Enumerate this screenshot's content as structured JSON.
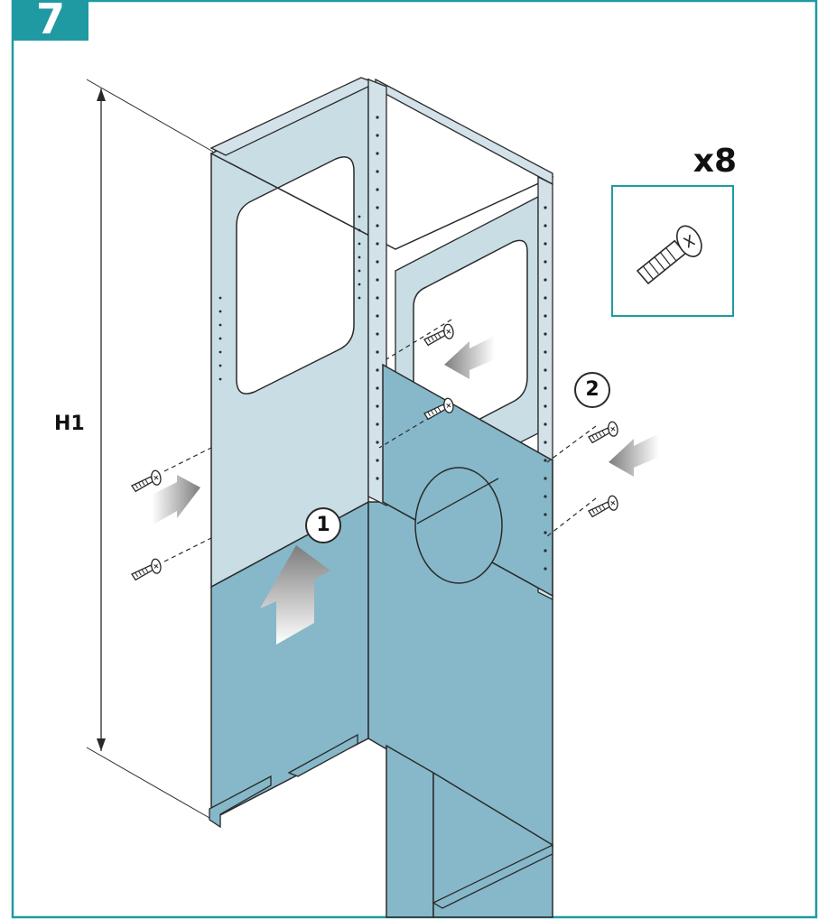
{
  "step": {
    "number": "7"
  },
  "hardware": {
    "quantity": "x8",
    "icon": "screw-icon"
  },
  "dimension": {
    "label": "H1"
  },
  "callouts": [
    {
      "number": "1"
    },
    {
      "number": "2"
    }
  ],
  "colors": {
    "frame": "#1f9aa3",
    "panel_light": "#c9dde5",
    "panel_mid": "#86b8c9",
    "panel_dark": "#6ea5b8",
    "frame_metal": "#d3e2e9",
    "outline": "#2a2a2a"
  }
}
